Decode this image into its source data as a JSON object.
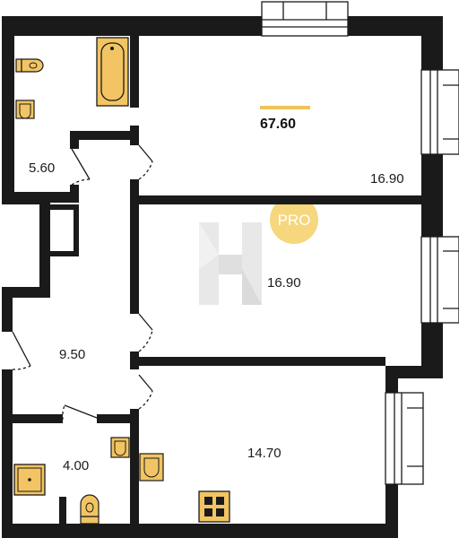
{
  "plan": {
    "total_area": "67.60",
    "rooms": [
      {
        "id": "bathroom-1",
        "area": "5.60"
      },
      {
        "id": "room-top",
        "area": "16.90"
      },
      {
        "id": "room-middle",
        "area": "16.90"
      },
      {
        "id": "hallway",
        "area": "9.50"
      },
      {
        "id": "bathroom-2",
        "area": "4.00"
      },
      {
        "id": "kitchen",
        "area": "14.70"
      }
    ],
    "badge": "PRO",
    "colors": {
      "wall": "#1a1a1a",
      "fixture": "#f2c463",
      "accent_bar": "#f0c35a",
      "badge": "#f6d77e",
      "watermark": "#e9e9e9"
    },
    "icons": [
      "toilet-icon",
      "sink-icon",
      "bathtub-icon",
      "shower-icon",
      "stove-icon",
      "door-icon",
      "window-icon",
      "watermark-logo"
    ]
  }
}
